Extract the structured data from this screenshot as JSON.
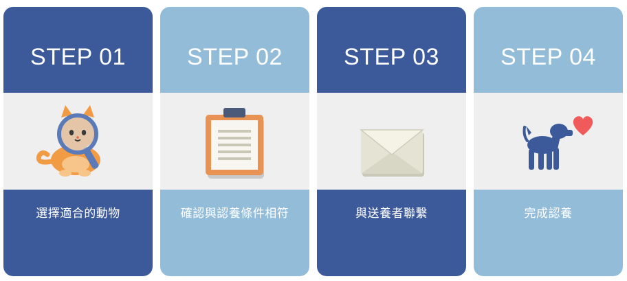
{
  "steps": [
    {
      "title": "STEP 01",
      "description": "選擇適合的動物",
      "icon": "cat-magnifier-icon"
    },
    {
      "title": "STEP 02",
      "description": "確認與認養條件相符",
      "icon": "clipboard-icon"
    },
    {
      "title": "STEP 03",
      "description": "與送養者聯繫",
      "icon": "envelope-icon"
    },
    {
      "title": "STEP 04",
      "description": "完成認養",
      "icon": "dog-heart-icon"
    }
  ],
  "colors": {
    "dark_card": "#3c5a9a",
    "light_card": "#92bcd8",
    "band": "#efefef",
    "text": "#ffffff"
  }
}
